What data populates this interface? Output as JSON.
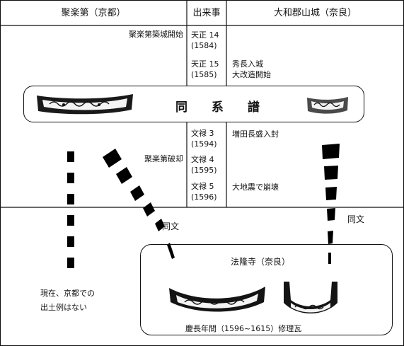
{
  "headers": {
    "left": "聚楽第（京都）",
    "middle": "出来事",
    "right": "大和郡山城（奈良）"
  },
  "rows": [
    {
      "left": "聚楽第築城開始",
      "year": "天正 14\n(1584)",
      "right": ""
    },
    {
      "left": "",
      "year": "天正 15\n(1585)",
      "right": "秀長入城\n大改造開始"
    },
    {
      "left": "聚楽第破却",
      "year": "文禄 3\n(1594)",
      "right": "増田長盛入封"
    },
    {
      "left": "",
      "year": "文禄 4\n(1595)",
      "right": ""
    },
    {
      "left": "",
      "year": "文禄 5\n(1596)",
      "right": "大地震で崩壊"
    }
  ],
  "band_title": "同 系 譜",
  "left_note": "現在、京都での\n出土例はない",
  "doubun_left": "同文",
  "doubun_right": "同文",
  "box": {
    "title": "法隆寺（奈良）",
    "caption": "慶長年間（1596~1615）修理瓦"
  }
}
